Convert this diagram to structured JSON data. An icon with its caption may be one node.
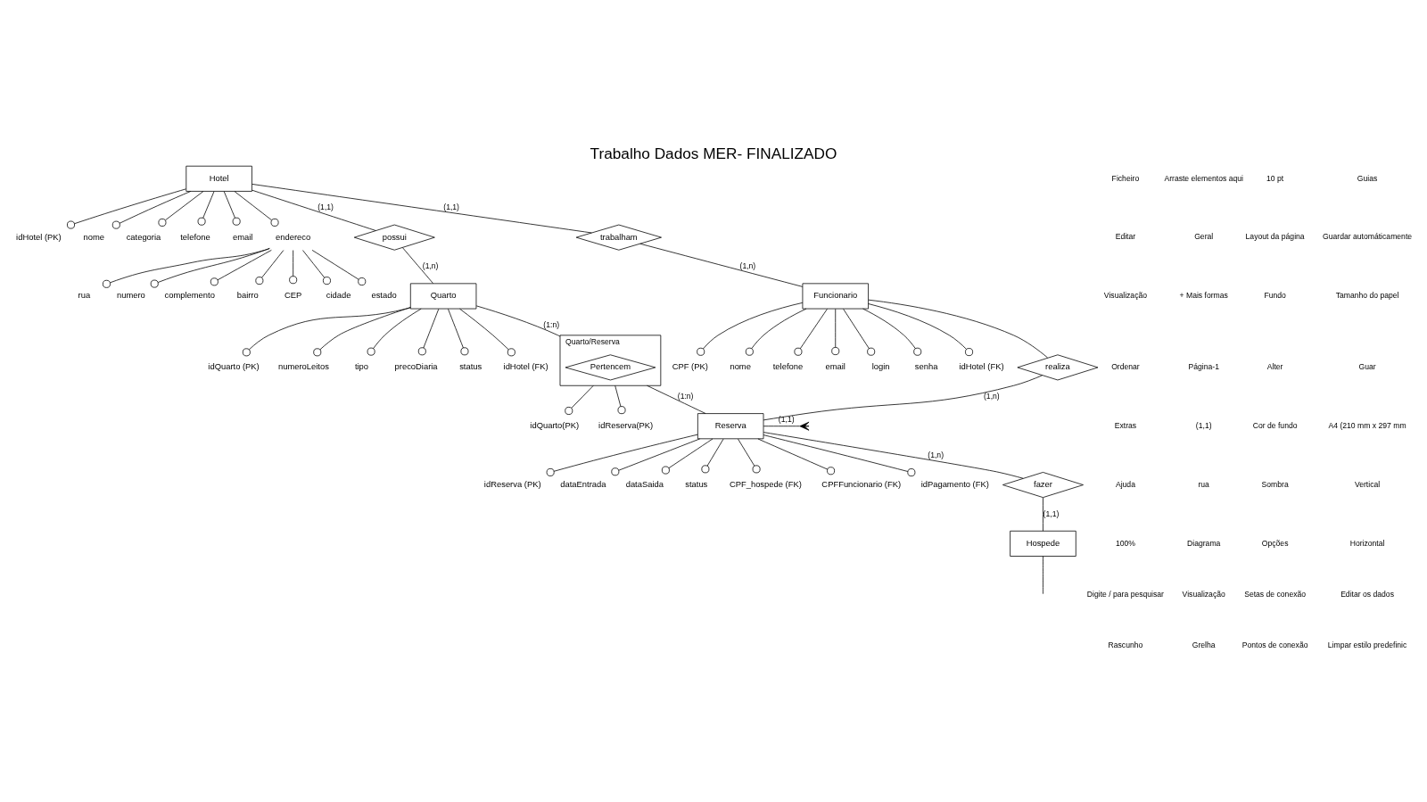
{
  "diagram": {
    "title": "Trabalho Dados MER- FINALIZADO",
    "nodes": [
      {
        "text": [
          "Hotel"
        ]
      },
      {
        "text": [
          "idHotel (PK)"
        ]
      },
      {
        "text": [
          "nome"
        ]
      },
      {
        "text": [
          "categoria"
        ]
      },
      {
        "text": [
          "telefone"
        ]
      },
      {
        "text": [
          "email"
        ]
      },
      {
        "text": [
          "endereco"
        ]
      },
      {
        "text": [
          "rua"
        ]
      },
      {
        "text": [
          "numero"
        ]
      },
      {
        "text": [
          "complemento"
        ]
      },
      {
        "text": [
          "bairro"
        ]
      },
      {
        "text": [
          "CEP"
        ]
      },
      {
        "text": [
          "cidade"
        ]
      },
      {
        "text": [
          "estado"
        ]
      },
      {
        "text": [
          "possui"
        ]
      },
      {
        "text": [
          "Quarto"
        ]
      },
      {
        "text": [
          "idQuarto (PK)"
        ]
      },
      {
        "text": [
          "numeroLeitos"
        ]
      },
      {
        "text": [
          "tipo"
        ]
      },
      {
        "text": [
          "precoDiaria"
        ]
      },
      {
        "text": [
          "status"
        ]
      },
      {
        "text": [
          "idHotel (FK)"
        ]
      },
      {
        "text": [
          "Quarto/Reserva"
        ]
      },
      {
        "text": [
          "Pertencem"
        ],
        "in": 22
      },
      {
        "text": [
          "idQuarto(PK)"
        ]
      },
      {
        "text": [
          "idReserva(PK)"
        ]
      },
      {
        "text": [
          "trabalham"
        ]
      },
      {
        "text": [
          "Funcionario"
        ]
      },
      {
        "text": [
          "CPF (PK)"
        ]
      },
      {
        "text": [
          "nome"
        ]
      },
      {
        "text": [
          "telefone"
        ]
      },
      {
        "text": [
          "email"
        ]
      },
      {
        "text": [
          "login"
        ]
      },
      {
        "text": [
          "senha"
        ]
      },
      {
        "text": [
          "idHotel (FK)"
        ]
      },
      {
        "text": [
          "realiza"
        ]
      },
      {
        "text": [
          "Reserva"
        ]
      },
      {
        "text": [
          "idReserva (PK)"
        ]
      },
      {
        "text": [
          "dataEntrada"
        ]
      },
      {
        "text": [
          "dataSaida"
        ]
      },
      {
        "text": [
          "status"
        ]
      },
      {
        "text": [
          "CPF_hospede (FK)"
        ]
      },
      {
        "text": [
          "CPFFuncionario (FK)"
        ]
      },
      {
        "text": [
          "idPagamento (FK)"
        ]
      },
      {
        "text": [
          "fazer"
        ]
      },
      {
        "text": [
          "Hospede"
        ]
      }
    ],
    "edges": [
      {
        "from": 0,
        "to": 1,
        "arrow": "other"
      },
      {
        "from": 0,
        "to": 2,
        "arrow": "other"
      },
      {
        "from": 0,
        "to": 3,
        "arrow": "other"
      },
      {
        "from": 0,
        "to": 4,
        "arrow": "other"
      },
      {
        "from": 0,
        "to": 5,
        "arrow": "other"
      },
      {
        "from": 0,
        "to": 6,
        "arrow": "other"
      },
      {
        "from": 6,
        "to": 7,
        "arrow": "other"
      },
      {
        "from": 6,
        "to": 8,
        "arrow": "other"
      },
      {
        "from": 6,
        "to": 9,
        "arrow": "other"
      },
      {
        "from": 6,
        "to": 10,
        "arrow": "other"
      },
      {
        "from": 6,
        "to": 11,
        "arrow": "other"
      },
      {
        "from": 6,
        "to": 12,
        "arrow": "other"
      },
      {
        "from": 6,
        "to": 13,
        "arrow": "other"
      },
      {
        "from": 0,
        "to": 14,
        "arrow": "none",
        "label": "(1,1)"
      },
      {
        "from": 14,
        "to": 15,
        "arrow": "none",
        "label": "(1,n)"
      },
      {
        "from": 15,
        "to": 16,
        "arrow": "other"
      },
      {
        "from": 15,
        "to": 17,
        "arrow": "other"
      },
      {
        "from": 15,
        "to": 18,
        "arrow": "other"
      },
      {
        "from": 15,
        "to": 19,
        "arrow": "other"
      },
      {
        "from": 15,
        "to": 20,
        "arrow": "other"
      },
      {
        "from": 15,
        "to": 21,
        "arrow": "other"
      },
      {
        "from": 15,
        "to": 22,
        "arrow": "none",
        "label": "(1:n)"
      },
      {
        "from": 22,
        "to": 24,
        "arrow": "other"
      },
      {
        "from": 22,
        "to": 25,
        "arrow": "other"
      },
      {
        "from": 0,
        "to": 26,
        "arrow": "none",
        "label": "(1,1)"
      },
      {
        "from": 26,
        "to": 27,
        "arrow": "none",
        "label": "(1,n)"
      },
      {
        "from": 27,
        "to": 28,
        "arrow": "other"
      },
      {
        "from": 27,
        "to": 29,
        "arrow": "other"
      },
      {
        "from": 27,
        "to": 30,
        "arrow": "other"
      },
      {
        "from": 27,
        "to": 31,
        "arrow": "other"
      },
      {
        "from": 27,
        "to": 32,
        "arrow": "other"
      },
      {
        "from": 27,
        "to": 33,
        "arrow": "other"
      },
      {
        "from": 27,
        "to": 34,
        "arrow": "other"
      },
      {
        "from": 27,
        "to": 35,
        "arrow": "none"
      },
      {
        "from": 35,
        "to": 36,
        "arrow": "none",
        "label": "(1,n)"
      },
      {
        "from": 22,
        "to": 36,
        "arrow": "none",
        "label": "(1:n)"
      },
      {
        "from": 36,
        "to": 37,
        "arrow": "other"
      },
      {
        "from": 36,
        "to": 38,
        "arrow": "other"
      },
      {
        "from": 36,
        "to": 39,
        "arrow": "other"
      },
      {
        "from": 36,
        "to": 40,
        "arrow": "other"
      },
      {
        "from": 36,
        "to": 41,
        "arrow": "other"
      },
      {
        "from": 36,
        "to": 42,
        "arrow": "other"
      },
      {
        "from": 36,
        "to": 43,
        "arrow": "other"
      },
      {
        "from": 36,
        "to": 44,
        "arrow": "none",
        "label": "(1,n)"
      },
      {
        "from": 44,
        "to": 45,
        "arrow": "none",
        "label": "(1,1)"
      },
      {
        "from": 36,
        "to": null,
        "arrow": "other",
        "label": "(1,1)"
      },
      {
        "from": 45,
        "to": null,
        "arrow": "none"
      }
    ],
    "labels": [
      "Ficheiro",
      "Editar",
      "Visualização",
      "Ordenar",
      "Extras",
      "Ajuda",
      "100%",
      "Digite / para pesquisar",
      "Rascunho",
      "Arraste elementos aqui",
      "Geral",
      "+ Mais formas",
      "Página-1",
      "(1,1)",
      "rua",
      "Diagrama",
      "Visualização",
      "Grelha",
      "10 pt",
      "Layout da página",
      "Fundo",
      "Alter",
      "Cor de fundo",
      "Sombra",
      "Opções",
      "Setas de conexão",
      "Pontos de conexão",
      "Guias",
      "Guardar automáticamente",
      "Tamanho do papel",
      "Guar",
      "A4 (210 mm x 297 mm",
      "Vertical",
      "Horizontal",
      "Editar os dados",
      "Limpar estilo predefinic"
    ]
  }
}
